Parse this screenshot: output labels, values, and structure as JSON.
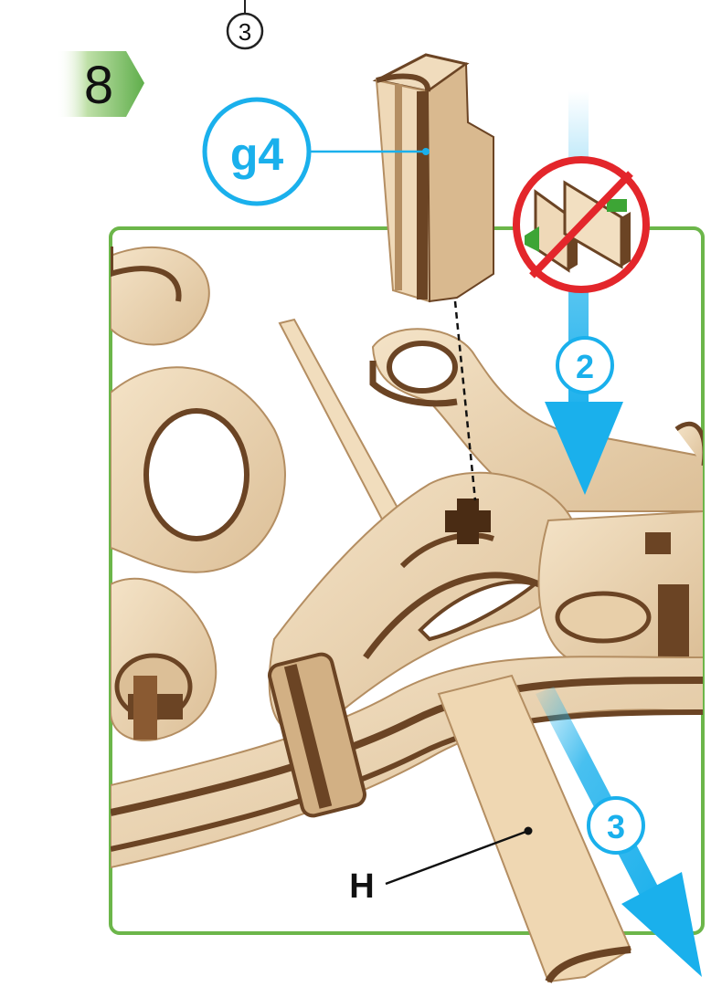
{
  "top_marker": {
    "number": "3"
  },
  "step": {
    "number": "8"
  },
  "parts": {
    "g4": {
      "label": "g4"
    },
    "H": {
      "label": "H"
    }
  },
  "arrows": {
    "two": {
      "number": "2"
    },
    "three": {
      "number": "3"
    }
  },
  "colors": {
    "accent_blue": "#1ab0ec",
    "frame_green": "#6cb64a",
    "step_green": "#5fae4b",
    "forbid_red": "#e3262b",
    "wood_light": "#efd9b8",
    "wood_mid": "#d9b98f",
    "wood_dark": "#6b4424"
  },
  "icons": {
    "top_marker": "circled-number-icon",
    "step_badge": "step-arrow-badge-icon",
    "warning": "no-glue-warning-icon",
    "arrow": "insert-direction-arrow-icon"
  }
}
